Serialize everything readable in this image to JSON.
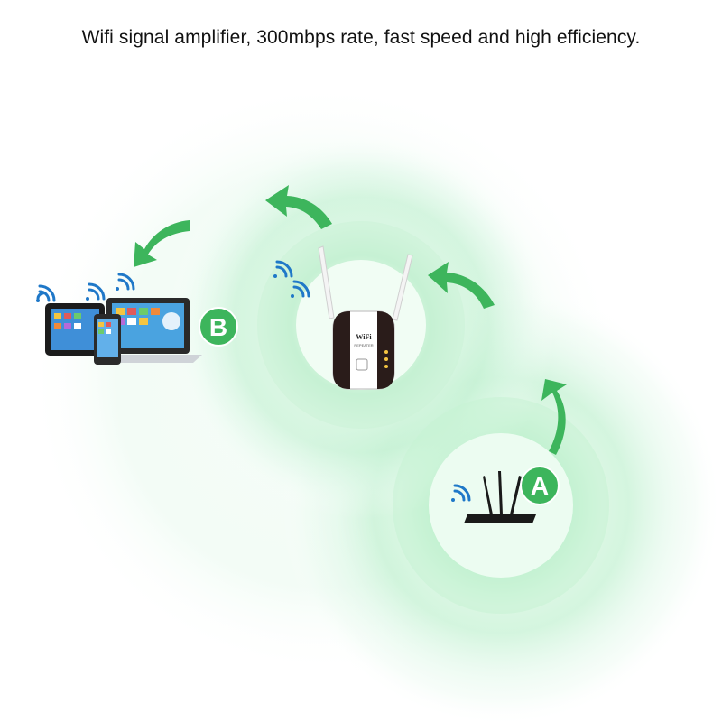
{
  "headline": "Wifi signal amplifier, 300mbps rate, fast speed and high efficiency.",
  "badges": {
    "a": "A",
    "b": "B"
  },
  "repeater_label": {
    "line1": "WiFi",
    "line2": "REPEATER"
  },
  "colors": {
    "signal_green": "#3db55c",
    "wave_green": "#b9efc8",
    "router_black": "#1a1a1a",
    "wifi_blue": "#1f78c8"
  },
  "icons": [
    "wifi-icon",
    "curved-arrow-icon",
    "router-icon",
    "repeater-icon",
    "laptop-icon",
    "tablet-icon",
    "phone-icon"
  ]
}
